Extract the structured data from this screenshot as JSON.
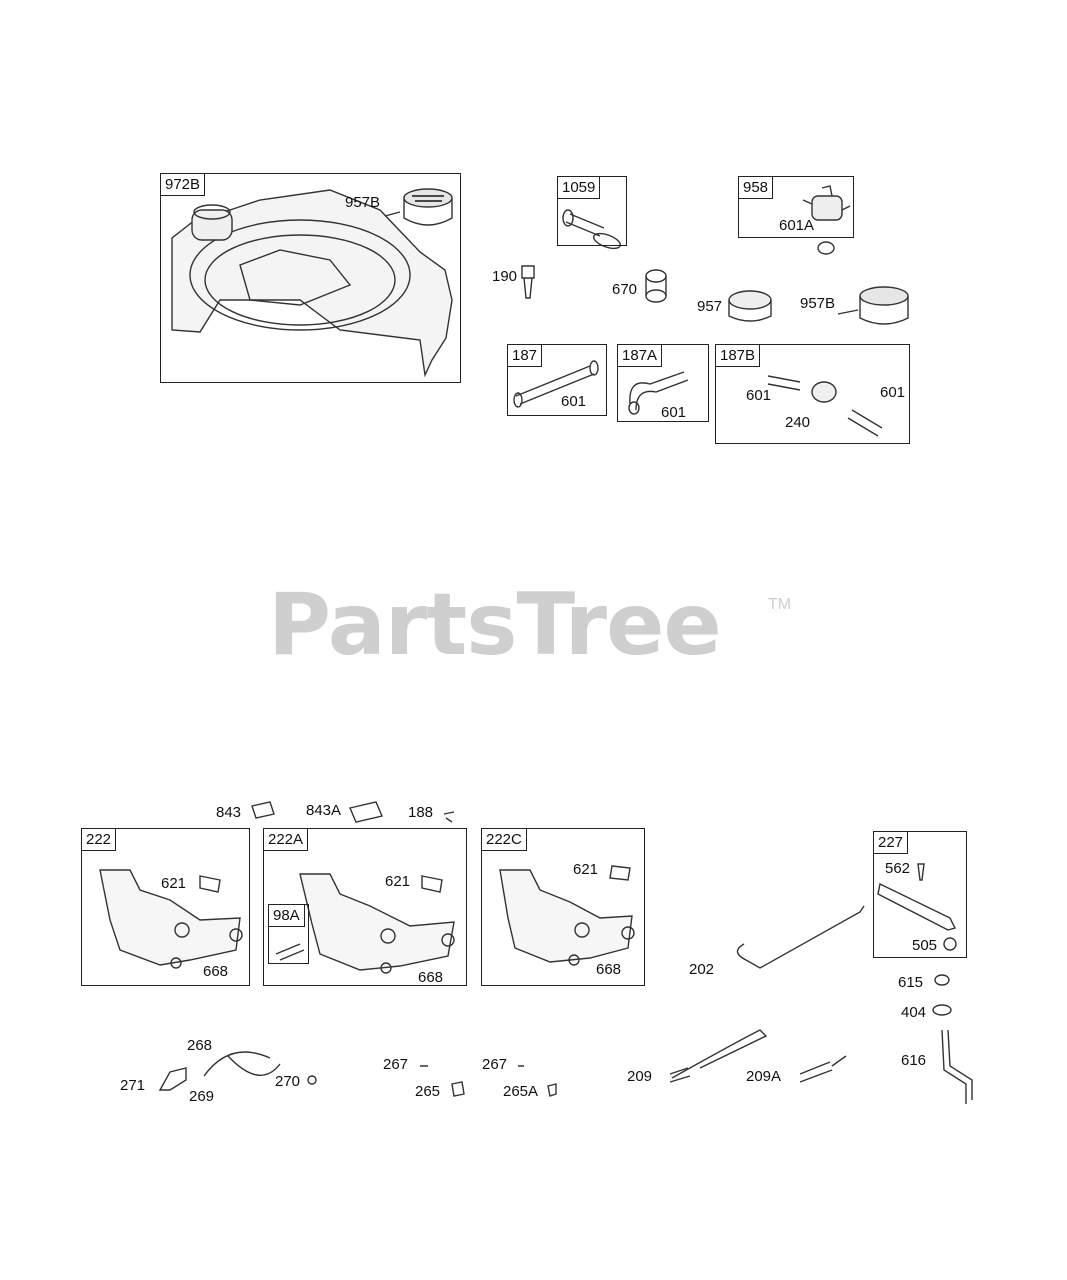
{
  "watermark": {
    "text": "PartsTree",
    "tm": "TM"
  },
  "boxes": {
    "b972B": "972B",
    "b1059": "1059",
    "b958": "958",
    "b187": "187",
    "b187A": "187A",
    "b187B": "187B",
    "b222": "222",
    "b222A": "222A",
    "b98A": "98A",
    "b222C": "222C",
    "b227": "227"
  },
  "labels": {
    "l957B_a": "957B",
    "l190": "190",
    "l670": "670",
    "l601A": "601A",
    "l957": "957",
    "l957B_b": "957B",
    "l601_187": "601",
    "l601_187A": "601",
    "l601_187B_a": "601",
    "l601_187B_b": "601",
    "l240": "240",
    "l843": "843",
    "l843A": "843A",
    "l188": "188",
    "l621_a": "621",
    "l668_a": "668",
    "l621_b": "621",
    "l668_b": "668",
    "l621_c": "621",
    "l668_c": "668",
    "l562": "562",
    "l505": "505",
    "l202": "202",
    "l615": "615",
    "l404": "404",
    "l616": "616",
    "l268": "268",
    "l271": "271",
    "l269": "269",
    "l270": "270",
    "l267_a": "267",
    "l265": "265",
    "l267_b": "267",
    "l265A": "265A",
    "l209": "209",
    "l209A": "209A"
  }
}
